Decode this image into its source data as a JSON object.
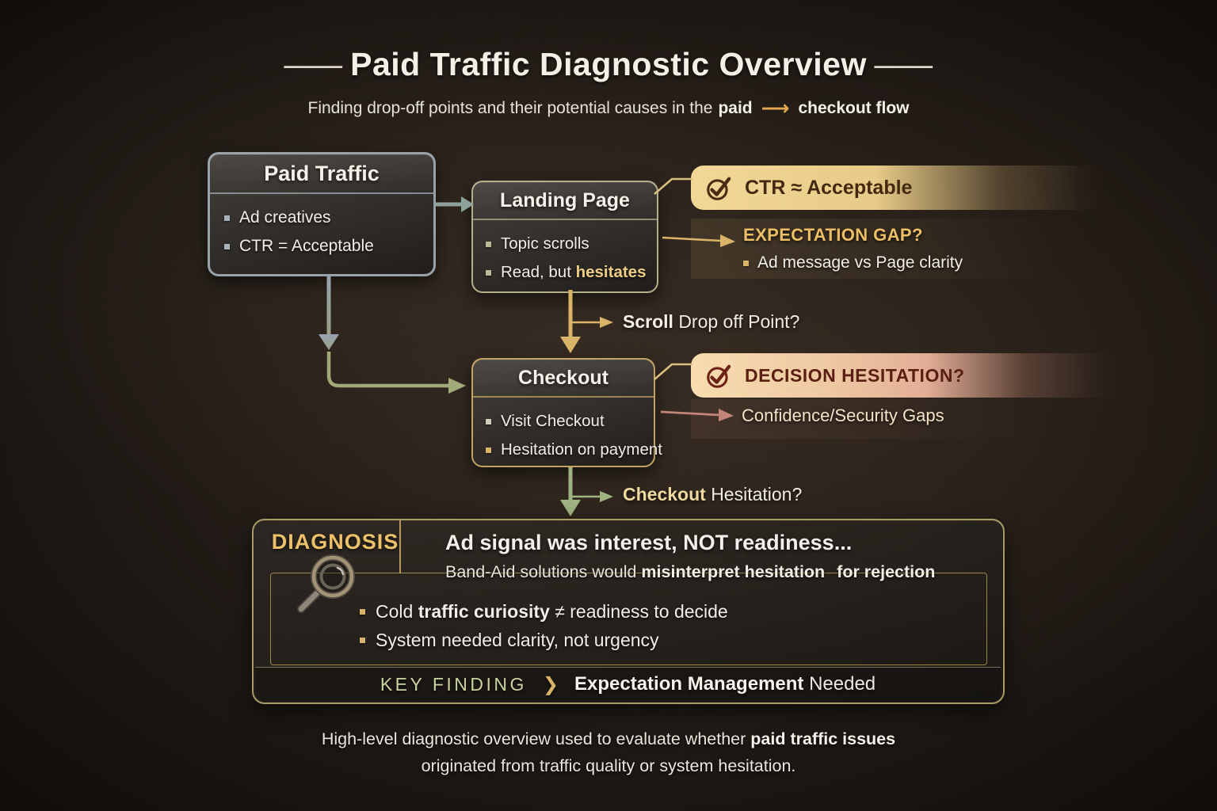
{
  "palette": {
    "background": "#221c17",
    "gold": "#d9b368",
    "sage": "#ccd3a2",
    "salmon": "#c28577",
    "steel_gray": "#98a2b0",
    "banner_gold": "#eccd8c",
    "banner_peach": "#eec3a4",
    "text_light": "#f2ede3",
    "ctr_text_dark": "#42290f",
    "decision_text_dark": "#5a1f10",
    "diagnosis_label_gold": "#ecc169"
  },
  "title": {
    "dash_left": "—",
    "text": "Paid Traffic Diagnostic Overview",
    "dash_right": "—"
  },
  "subtitle": {
    "prefix": "Finding drop-off points and their potential causes in the",
    "em1": "paid",
    "arrow": "⟶",
    "em2": "checkout flow"
  },
  "paid_traffic": {
    "title": "Paid Traffic",
    "bullets": [
      "Ad creatives",
      "CTR = Acceptable"
    ]
  },
  "landing_page": {
    "title": "Landing Page",
    "bullet1": "Topic scrolls",
    "bullet2_pre": "Read, but",
    "bullet2_em": "hesitates"
  },
  "ctr_banner": {
    "label": "CTR ≈ Acceptable",
    "icon": "check-circle-icon"
  },
  "expectation_gap": {
    "title": "EXPECTATION GAP?",
    "bullet": "Ad message vs Page clarity"
  },
  "scroll_question": {
    "em": "Scroll",
    "rest": "Drop off Point?"
  },
  "checkout": {
    "title": "Checkout",
    "bullets": [
      "Visit Checkout",
      "Hesitation on payment"
    ]
  },
  "decision_banner": {
    "label": "DECISION HESITATION?",
    "icon": "check-circle-icon"
  },
  "confidence_gap": {
    "label": "Confidence/Security Gaps"
  },
  "checkout_question": {
    "em": "Checkout",
    "rest": "Hesitation?"
  },
  "diagnosis": {
    "tab_label": "DIAGNOSIS",
    "icon": "magnifier-icon",
    "line1_pre": "Ad signal was",
    "line1_em": "interest, NOT",
    "line1_post": "readiness...",
    "line2_pre": "Band-Aid solutions would",
    "line2_em": "misinterpret hesitation",
    "line2_em2": "for rejection",
    "bullet1_pre": "Cold",
    "bullet1_em": "traffic curiosity",
    "bullet1_post": "≠ readiness to decide",
    "bullet2": "System needed clarity, not urgency"
  },
  "key_finding": {
    "label": "KEY FINDING",
    "chevron": "❯",
    "result_em": "Expectation Management",
    "result_rest": "Needed"
  },
  "footer": {
    "line1_pre": "High-level diagnostic overview used to evaluate whether",
    "line1_em": "paid traffic issues",
    "line2": "originated from traffic quality or system hesitation."
  }
}
